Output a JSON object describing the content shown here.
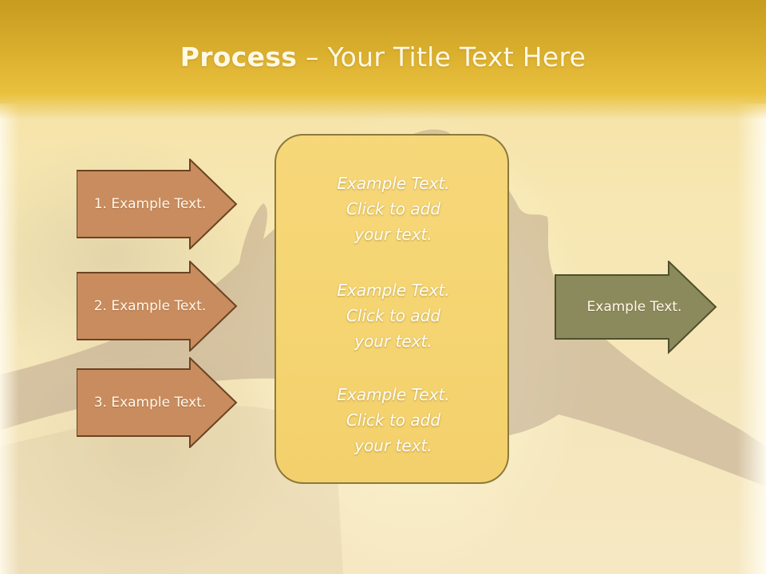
{
  "title": {
    "bold": "Process",
    "rest": " – Your Title Text Here"
  },
  "left_arrows": [
    {
      "label": "1. Example Text."
    },
    {
      "label": "2. Example Text."
    },
    {
      "label": "3. Example Text."
    }
  ],
  "center_box": {
    "blocks": [
      {
        "lines": [
          "Example Text.",
          "Click  to add",
          "your text."
        ]
      },
      {
        "lines": [
          "Example Text.",
          "Click  to add",
          "your text."
        ]
      },
      {
        "lines": [
          "Example Text.",
          "Click  to add",
          "your text."
        ]
      }
    ]
  },
  "right_arrow": {
    "label": "Example Text."
  },
  "colors": {
    "header": "#d9ad2c",
    "left_arrow_fill": "#c98c5e",
    "left_arrow_stroke": "#6b4322",
    "right_arrow_fill": "#8b8a5c",
    "right_arrow_stroke": "#4f4f2c",
    "center_fill": "#f5d572",
    "center_stroke": "#8b7a3c"
  }
}
